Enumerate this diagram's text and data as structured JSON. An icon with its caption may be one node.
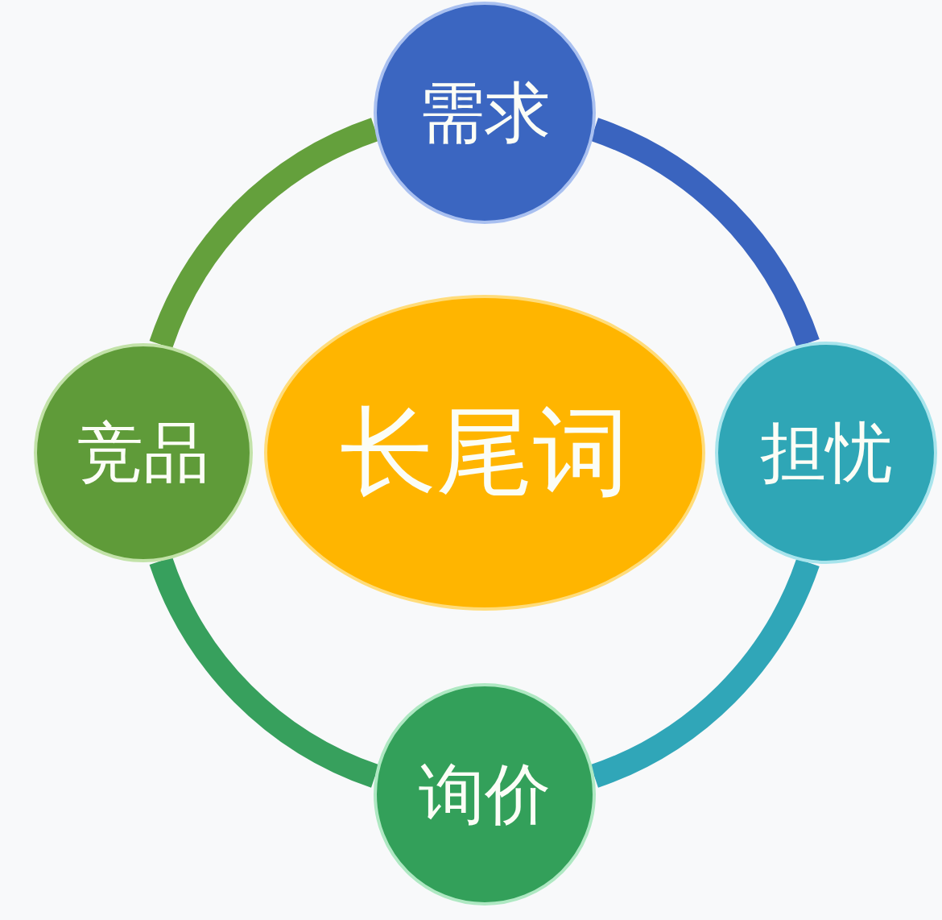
{
  "diagram": {
    "nodes": [
      {
        "text": [
          "需求"
        ]
      },
      {
        "text": [
          "竞品"
        ]
      },
      {
        "text": [
          "长尾词"
        ]
      },
      {
        "text": [
          "担忧"
        ]
      },
      {
        "text": [
          "询价"
        ]
      }
    ],
    "edges": [
      {
        "from": 0,
        "to": 3,
        "arrow": "none",
        "color": "#3a64bf"
      },
      {
        "from": 3,
        "to": 4,
        "arrow": "none",
        "color": "#30a6b8"
      },
      {
        "from": 4,
        "to": 1,
        "arrow": "none",
        "color": "#37a05d"
      },
      {
        "from": 1,
        "to": 0,
        "arrow": "none",
        "color": "#64a03c"
      }
    ]
  }
}
